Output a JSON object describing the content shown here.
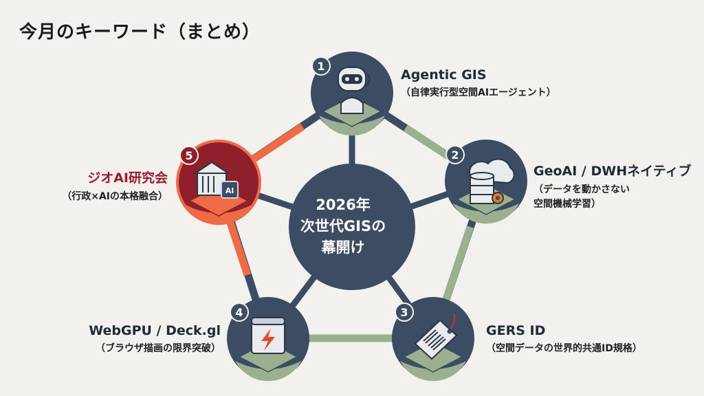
{
  "title": "今月のキーワード（まとめ）",
  "center": {
    "line1": "2026年",
    "line2": "次世代GISの",
    "line3": "幕開け"
  },
  "colors": {
    "background": "#f2f1ee",
    "node_navy": "#3b4c63",
    "node_sage": "#9bb08f",
    "highlight_maroon": "#8e1f2b",
    "highlight_orange": "#ef6b45",
    "edge_navy": "#3b4c63",
    "edge_sage": "#9bb08f"
  },
  "nodes": [
    {
      "number": "1",
      "title": "Agentic GIS",
      "subtitle": "（自律実行型空間AIエージェント）",
      "icon": "robot-icon",
      "highlighted": false
    },
    {
      "number": "2",
      "title": "GeoAI / DWHネイティブ",
      "subtitle_line1": "（データを動かさない",
      "subtitle_line2": "空間機械学習）",
      "icon": "database-cloud-icon",
      "highlighted": false
    },
    {
      "number": "3",
      "title": "GERS ID",
      "subtitle": "（空間データの世界的共通ID規格）",
      "icon": "barcode-tag-icon",
      "highlighted": false
    },
    {
      "number": "4",
      "title": "WebGPU / Deck.gl",
      "subtitle": "（ブラウザ描画の限界突破）",
      "icon": "browser-lightning-icon",
      "highlighted": false
    },
    {
      "number": "5",
      "title": "ジオAI研究会",
      "subtitle": "（行政×AIの本格融合）",
      "icon": "building-ai-chip-icon",
      "highlighted": true
    }
  ],
  "edges": [
    {
      "from": "1",
      "to": "2",
      "color": "sage"
    },
    {
      "from": "2",
      "to": "3",
      "color": "sage"
    },
    {
      "from": "3",
      "to": "4",
      "color": "sage"
    },
    {
      "from": "4",
      "to": "5",
      "color": "orange"
    },
    {
      "from": "5",
      "to": "1",
      "color": "orange"
    }
  ]
}
